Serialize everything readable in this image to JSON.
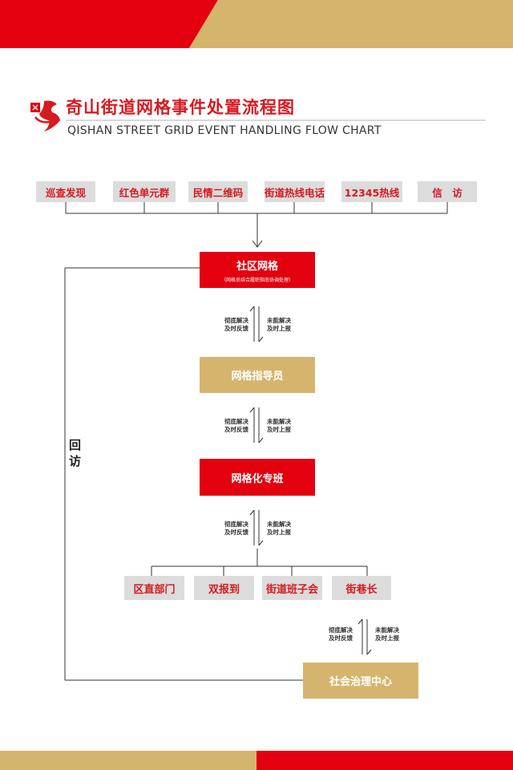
{
  "header": {
    "title": "奇山街道网格事件处置流程图",
    "subtitle": "QISHAN STREET GRID EVENT HANDLING FLOW CHART"
  },
  "colors": {
    "red": "#e3000f",
    "gold": "#d5b56e",
    "gray": "#dcdcdc"
  },
  "sources": [
    "巡查发现",
    "红色单元群",
    "民情二维码",
    "街道热线电话",
    "12345热线",
    "信　访"
  ],
  "nodes": {
    "community_grid": {
      "label": "社区网格",
      "sub": "（网格员结合履职指南协调处理）"
    },
    "grid_instructor": {
      "label": "网格指导员"
    },
    "grid_task_force": {
      "label": "网格化专班"
    },
    "governance_center": {
      "label": "社会治理中心"
    }
  },
  "units": [
    "区直部门",
    "双报到",
    "街道班子会",
    "街巷长"
  ],
  "flow_labels": {
    "up": "彻底解决\n及时反馈",
    "down": "未能解决\n及时上报"
  },
  "return_visit": "回访"
}
